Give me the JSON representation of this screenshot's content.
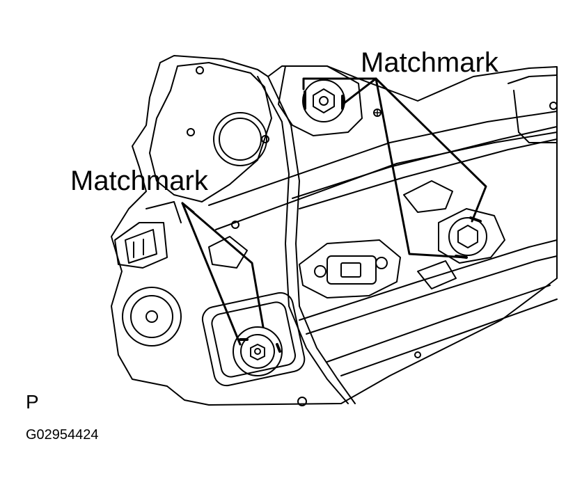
{
  "callouts": {
    "top": "Matchmark",
    "left": "Matchmark"
  },
  "view_code": "P",
  "figure_id": "G02954424"
}
